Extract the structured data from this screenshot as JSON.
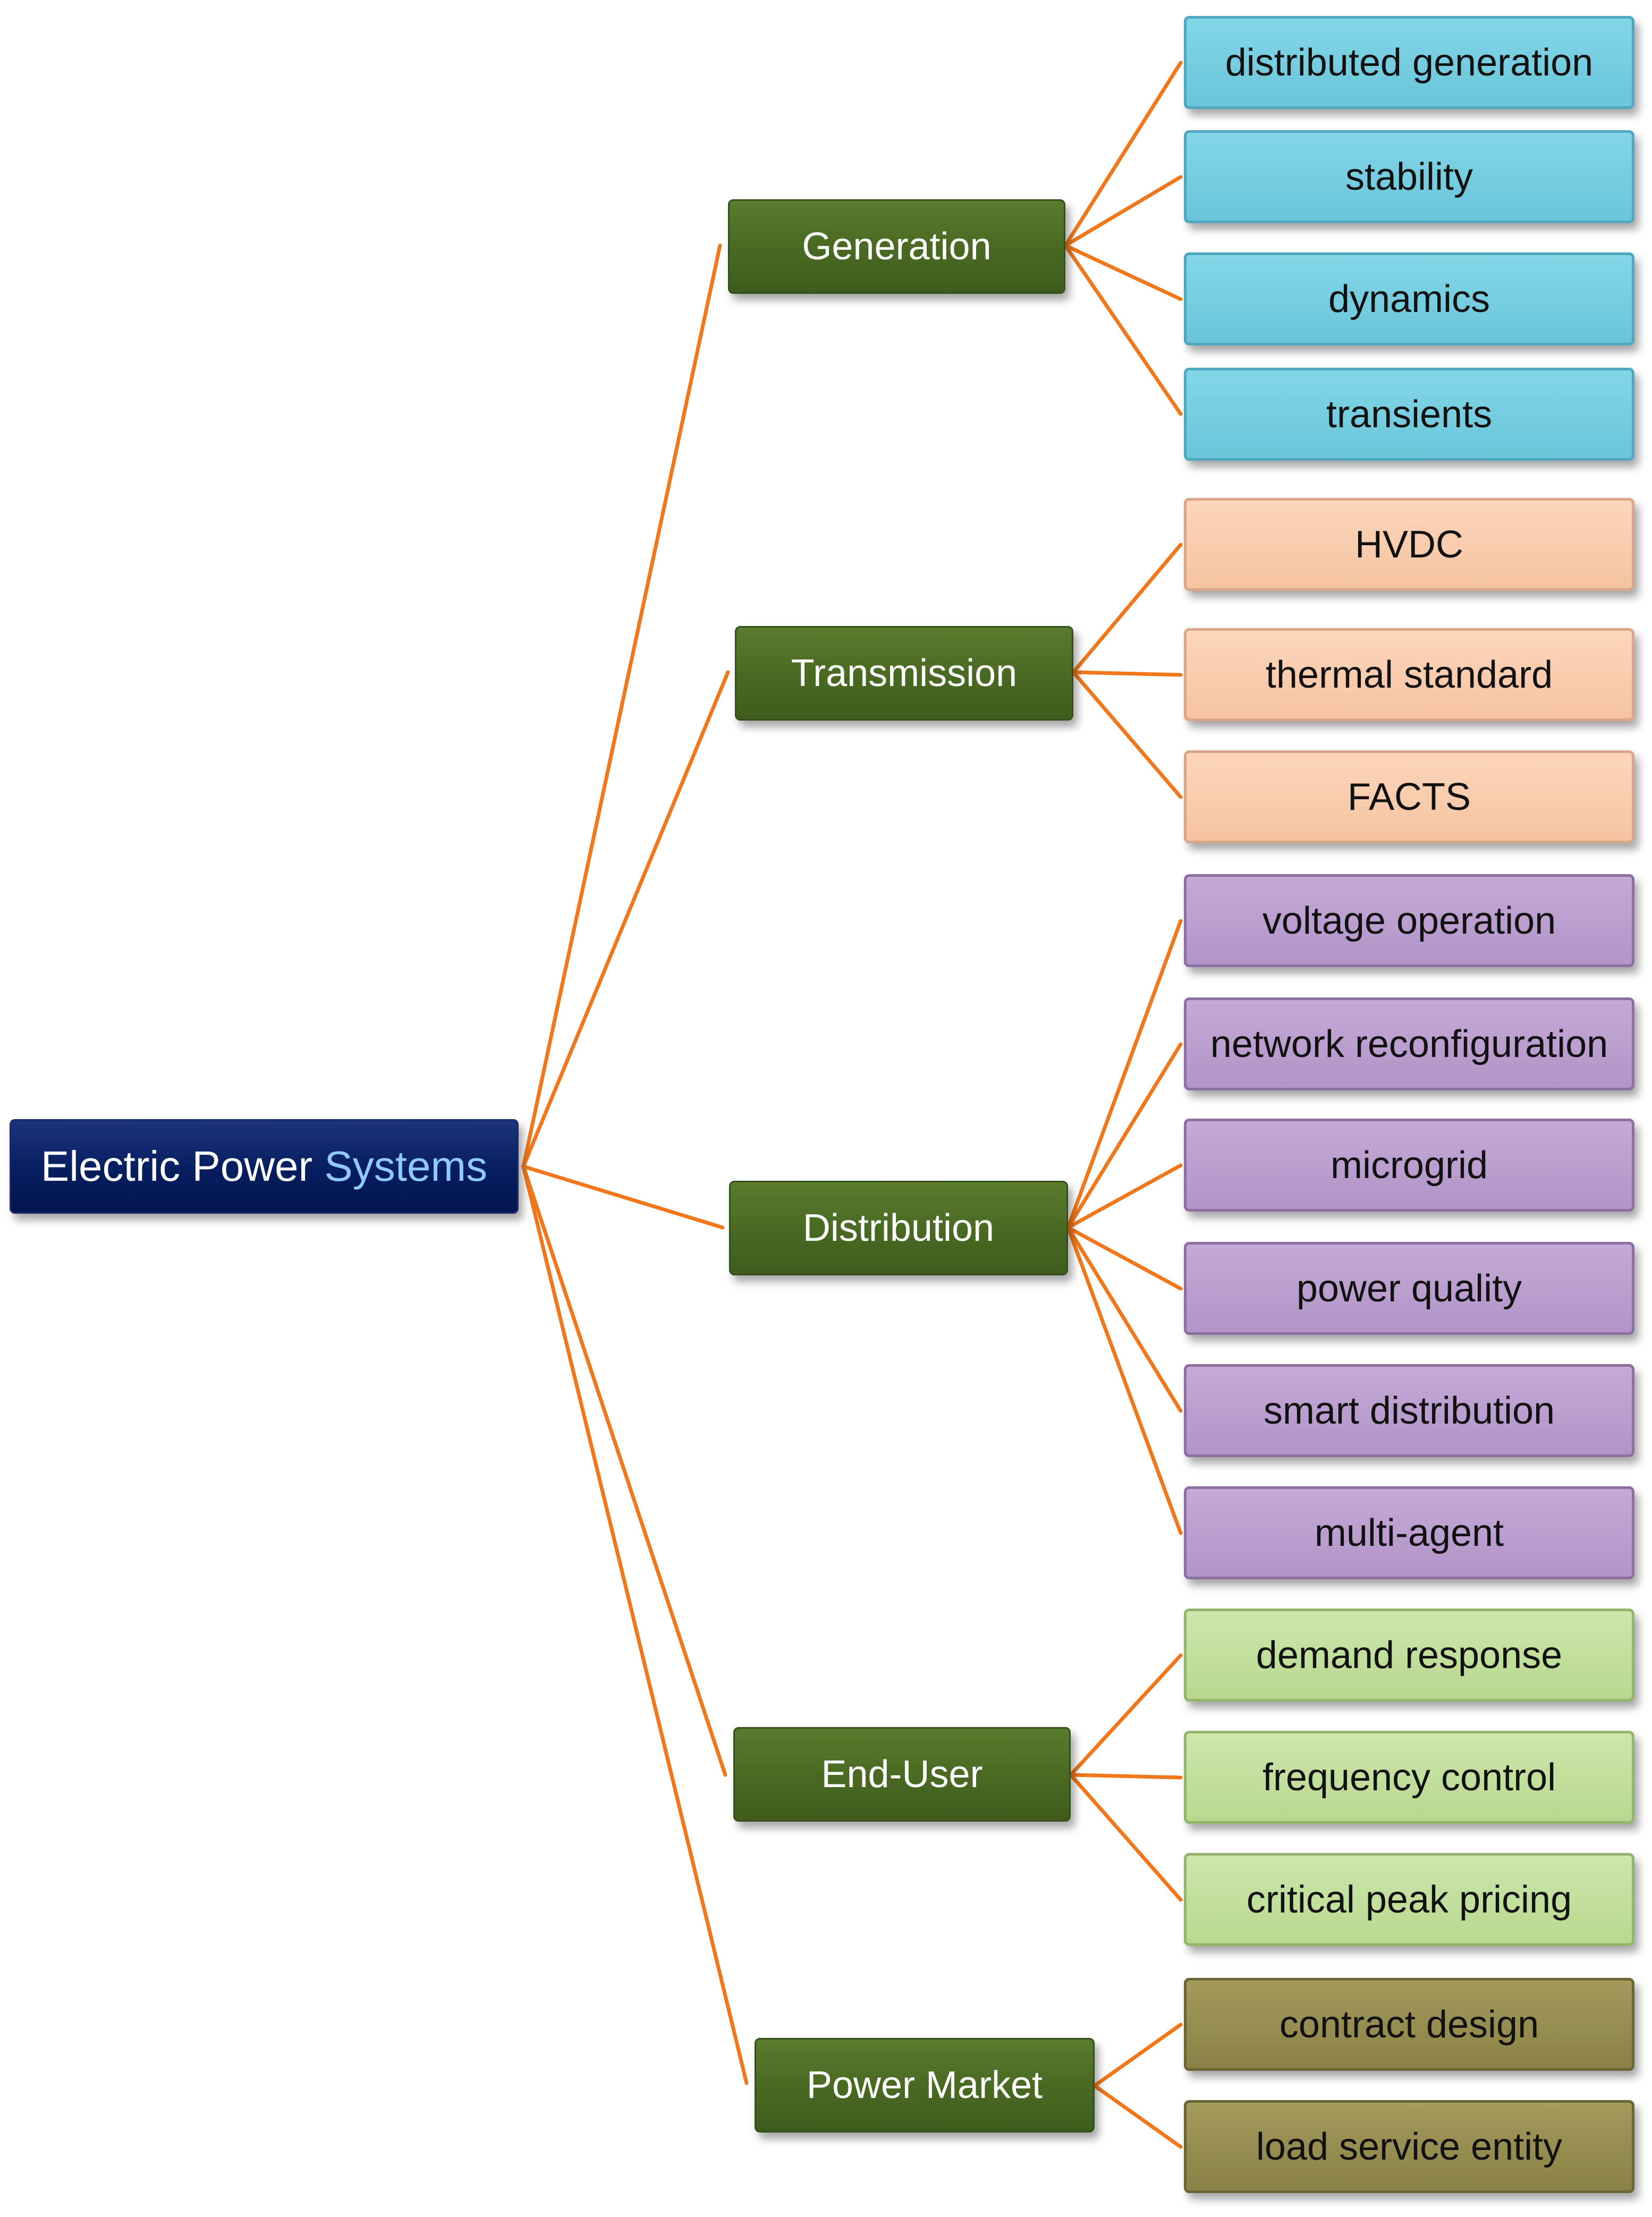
{
  "root": {
    "text_main": "Electric Power ",
    "text_accent": "Systems"
  },
  "categories": [
    {
      "label": "Generation"
    },
    {
      "label": "Transmission"
    },
    {
      "label": "Distribution"
    },
    {
      "label": "End-User"
    },
    {
      "label": "Power Market"
    }
  ],
  "topics": [
    {
      "label": "distributed generation"
    },
    {
      "label": "stability"
    },
    {
      "label": "dynamics"
    },
    {
      "label": "transients"
    },
    {
      "label": "HVDC"
    },
    {
      "label": "thermal standard"
    },
    {
      "label": "FACTS"
    },
    {
      "label": "voltage operation"
    },
    {
      "label": "network reconfiguration"
    },
    {
      "label": "microgrid"
    },
    {
      "label": "power quality"
    },
    {
      "label": "smart distribution"
    },
    {
      "label": "multi-agent"
    },
    {
      "label": "demand response"
    },
    {
      "label": "frequency control"
    },
    {
      "label": "critical peak pricing"
    },
    {
      "label": "contract design"
    },
    {
      "label": "load service entity"
    }
  ],
  "colors": {
    "connector": "#f2771a",
    "root": "#061d5e",
    "category": "#4a6a23",
    "generation_topics": "#6ec9dc",
    "transmission_topics": "#f8c9a8",
    "distribution_topics": "#b79bcb",
    "end_user_topics": "#bedd97",
    "market_topics": "#8f8749"
  }
}
